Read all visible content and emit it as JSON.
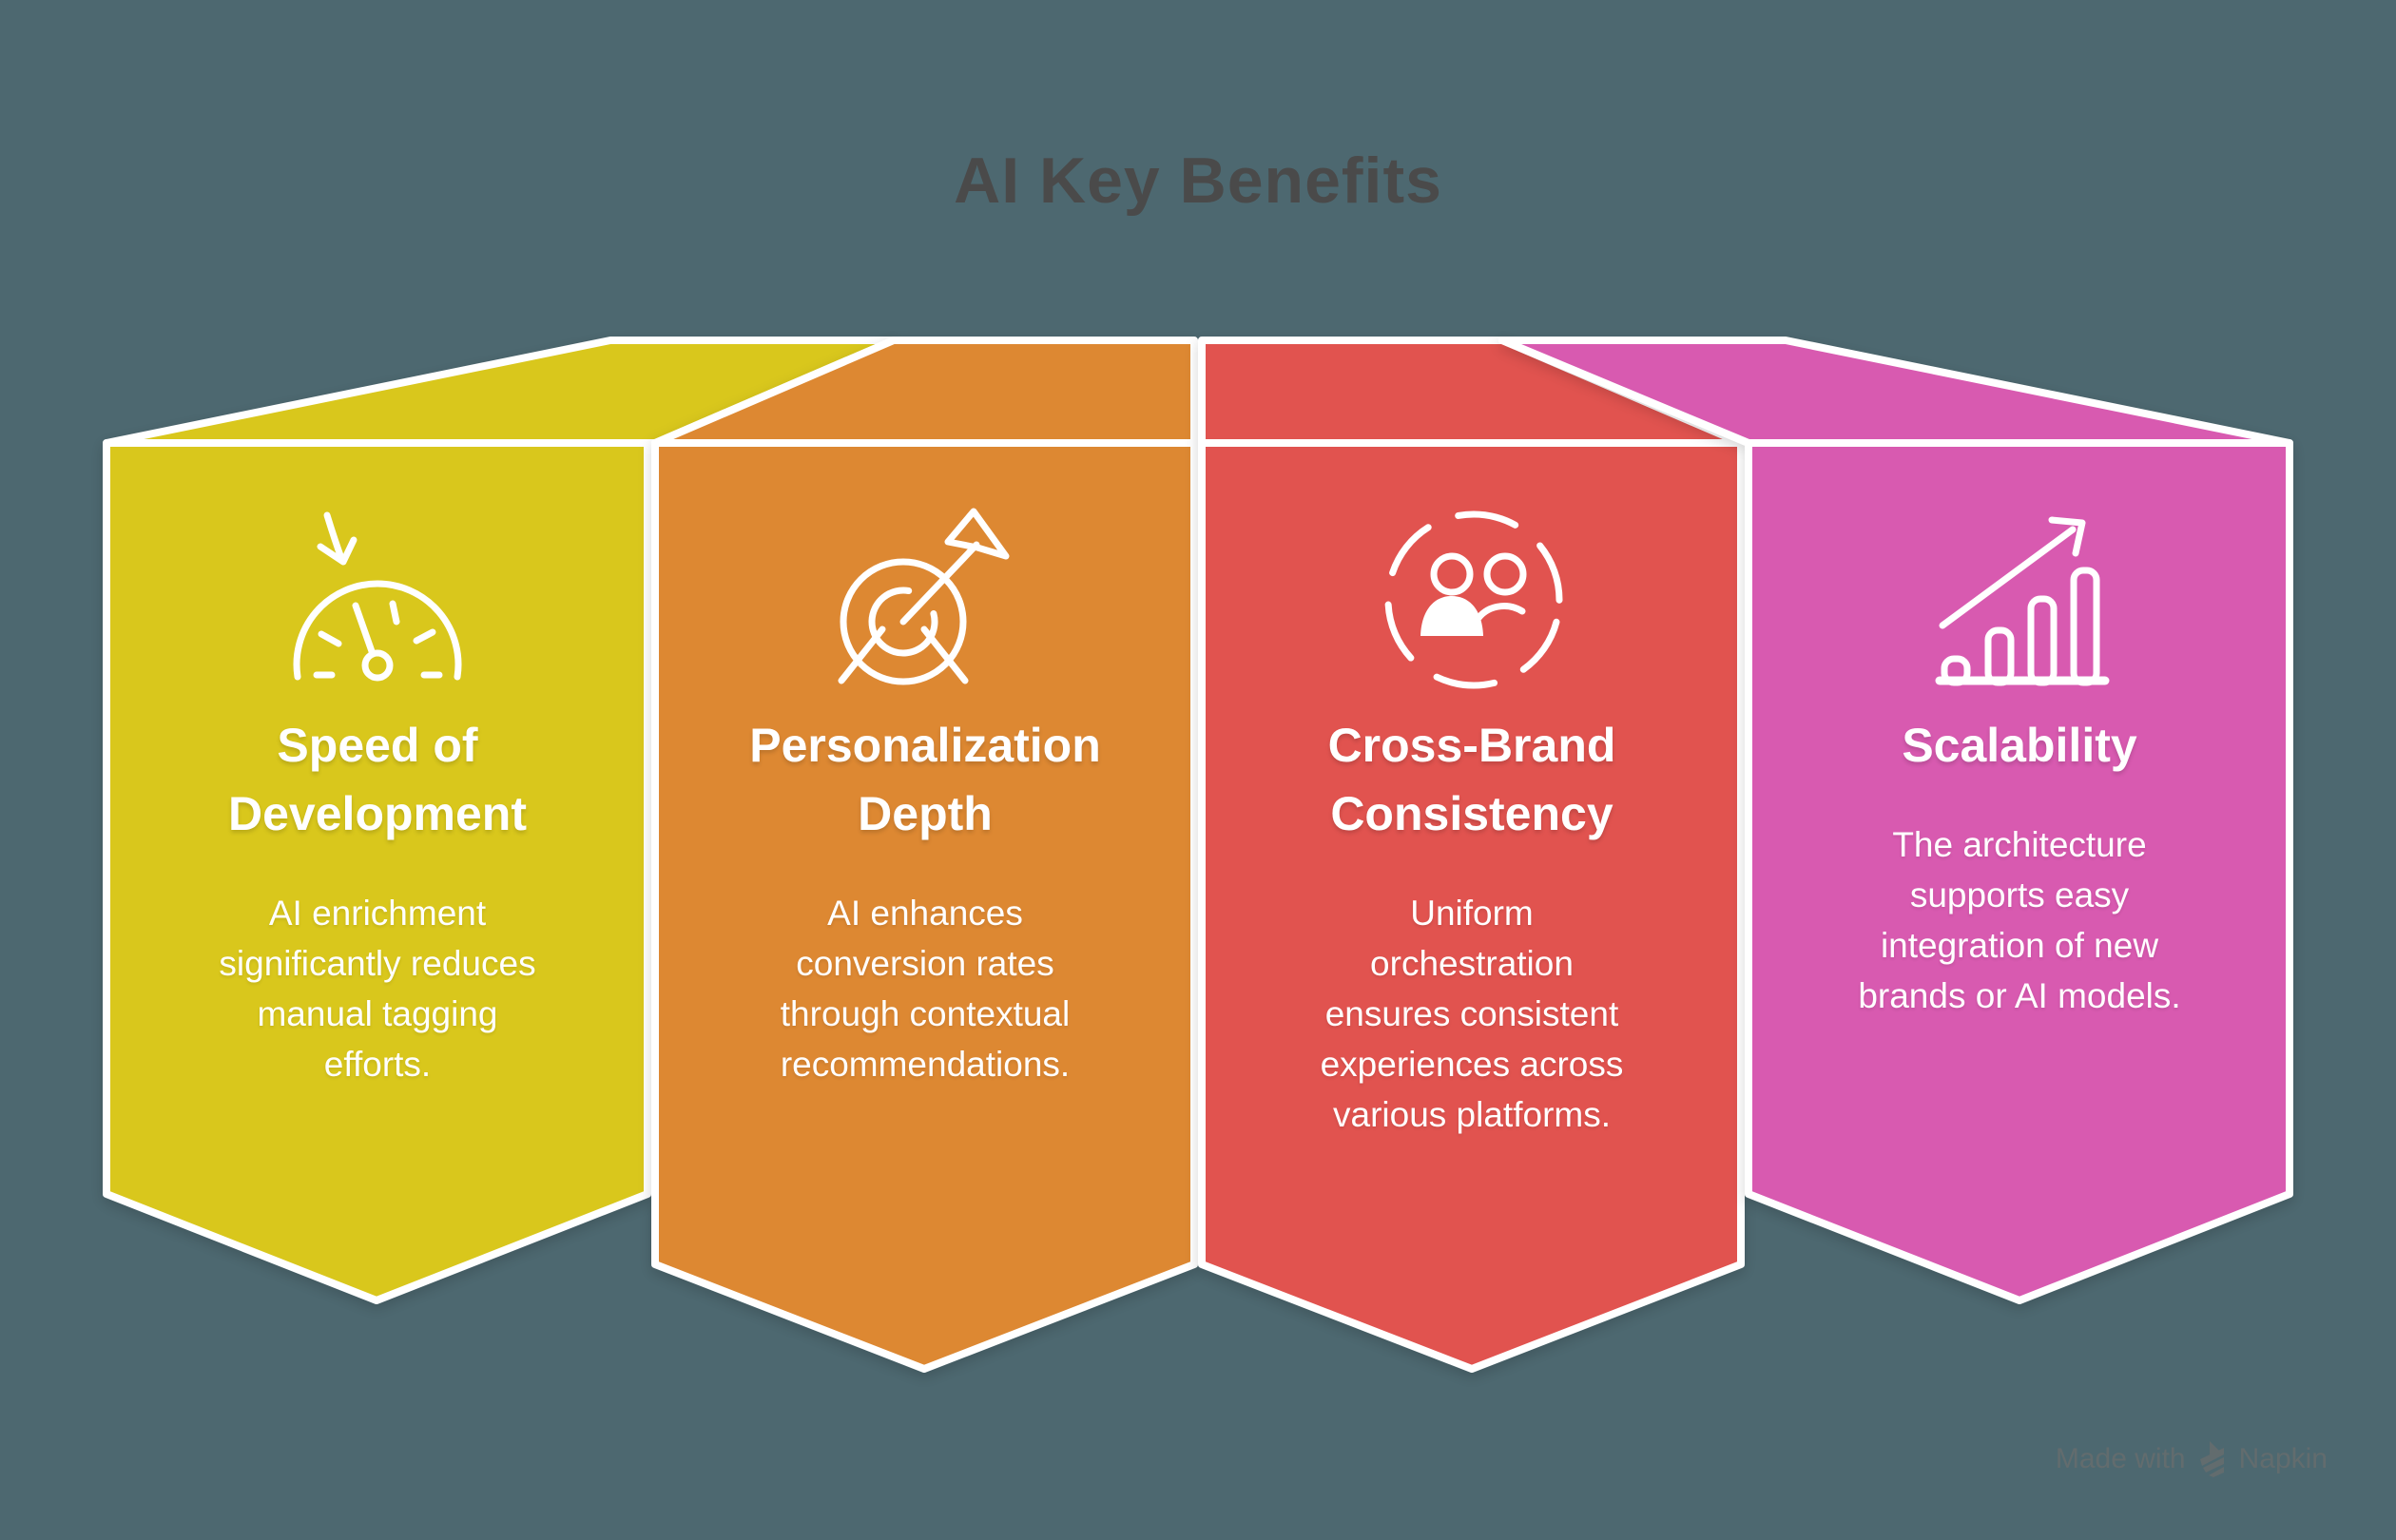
{
  "title": "AI Key Benefits",
  "colors": {
    "background": "#4D6870",
    "title_text": "#4A4A4A",
    "card_text": "#FFFFFF",
    "border": "#FFFFFF",
    "watermark": "#626C6E",
    "yellow": "#D9C71C",
    "orange": "#DD8830",
    "red": "#E15350",
    "pink": "#D85AB0"
  },
  "benefits": [
    {
      "id": "speed-of-development",
      "color": "#D9C71C",
      "icon": "speedometer-icon",
      "heading_lines": [
        "Speed of",
        "Development"
      ],
      "description_lines": [
        "AI enrichment",
        "significantly reduces",
        "manual tagging",
        "efforts."
      ]
    },
    {
      "id": "personalization-depth",
      "color": "#DD8830",
      "icon": "target-arrow-icon",
      "heading_lines": [
        "Personalization",
        "Depth"
      ],
      "description_lines": [
        "AI enhances",
        "conversion rates",
        "through contextual",
        "recommendations."
      ]
    },
    {
      "id": "cross-brand-consistency",
      "color": "#E15350",
      "icon": "people-group-icon",
      "heading_lines": [
        "Cross-Brand",
        "Consistency"
      ],
      "description_lines": [
        "Uniform",
        "orchestration",
        "ensures consistent",
        "experiences across",
        "various platforms."
      ]
    },
    {
      "id": "scalability",
      "color": "#D85AB0",
      "icon": "growth-chart-icon",
      "heading_lines": [
        "Scalability"
      ],
      "description_lines": [
        "The architecture",
        "supports easy",
        "integration of new",
        "brands or AI models."
      ]
    }
  ],
  "watermark": {
    "prefix": "Made with",
    "brand": "Napkin"
  }
}
